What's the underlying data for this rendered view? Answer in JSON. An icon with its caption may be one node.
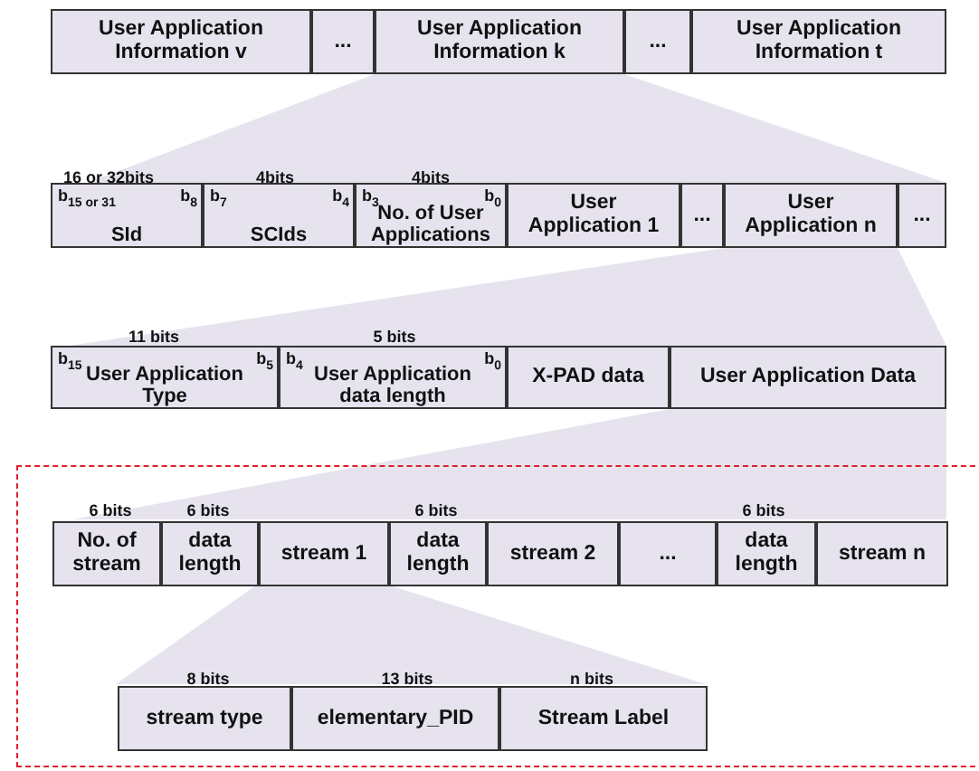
{
  "diagram": {
    "nodes": [
      {
        "text": [
          "User Application Information v"
        ]
      },
      {
        "text": [
          "..."
        ]
      },
      {
        "text": [
          "User Application Information k"
        ]
      },
      {
        "text": [
          "..."
        ]
      },
      {
        "text": [
          "User Application Information t"
        ]
      },
      {
        "text": [
          "b$_{15 or 31}$",
          "b$_{8}$",
          "SId"
        ],
        "beside": [
          "16 or 32bits"
        ]
      },
      {
        "text": [
          "b$_{7}$",
          "b$_{4}$",
          "SCIds"
        ],
        "beside": [
          "4bits"
        ]
      },
      {
        "text": [
          "b$_{3}$",
          "b$_{0}$",
          "No. of User Applications"
        ],
        "beside": [
          "4bits"
        ]
      },
      {
        "text": [
          "User Application 1"
        ]
      },
      {
        "text": [
          "..."
        ]
      },
      {
        "text": [
          "User Application n"
        ]
      },
      {
        "text": [
          "..."
        ]
      },
      {
        "text": [
          "b$_{15}$",
          "b$_{5}$",
          "User Application Type"
        ],
        "beside": [
          "11 bits"
        ]
      },
      {
        "text": [
          "b$_{4}$",
          "b$_{0}$",
          "User Application data length"
        ],
        "beside": [
          "5 bits"
        ]
      },
      {
        "text": [
          "X-PAD data"
        ]
      },
      {
        "text": [
          "User Application Data"
        ]
      },
      {
        "text": [],
        "shape": "box"
      },
      {
        "text": [
          "No. of stream"
        ],
        "in": 16,
        "beside": [
          "6 bits"
        ]
      },
      {
        "text": [
          "data length"
        ],
        "in": 16,
        "beside": [
          "6 bits"
        ]
      },
      {
        "text": [
          "stream 1"
        ],
        "in": 16
      },
      {
        "text": [
          "data length"
        ],
        "in": 16,
        "beside": [
          "6 bits"
        ]
      },
      {
        "text": [
          "stream 2"
        ],
        "in": 16
      },
      {
        "text": [
          "..."
        ],
        "in": 16
      },
      {
        "text": [
          "data length"
        ],
        "in": 16,
        "beside": [
          "6 bits"
        ]
      },
      {
        "text": [
          "stream n"
        ],
        "in": 16
      },
      {
        "text": [
          "stream type"
        ],
        "in": 16,
        "beside": [
          "8 bits"
        ]
      },
      {
        "text": [
          "elementary_PID"
        ],
        "in": 16,
        "beside": [
          "13 bits"
        ]
      },
      {
        "text": [
          "Stream Label"
        ],
        "in": 16,
        "beside": [
          "n bits"
        ]
      }
    ]
  }
}
